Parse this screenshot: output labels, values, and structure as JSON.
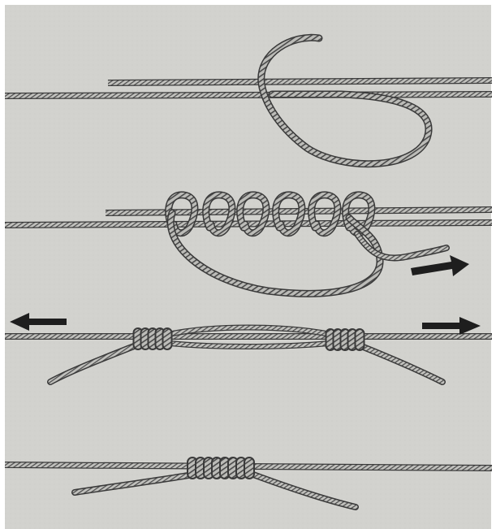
{
  "figure": {
    "steps": [
      {
        "id": "step-1",
        "arrows": []
      },
      {
        "id": "step-2",
        "arrows": [
          "right"
        ]
      },
      {
        "id": "step-3",
        "arrows": [
          "left",
          "right"
        ]
      },
      {
        "id": "step-4",
        "arrows": []
      }
    ]
  },
  "colors": {
    "background": "#d2d2ce",
    "page_edge": "#ffffff",
    "rope_outline": "#3a3a3a",
    "rope_fill": "#b8b8b4",
    "twist": "#4a4a4a",
    "arrow": "#1e1e1e"
  }
}
